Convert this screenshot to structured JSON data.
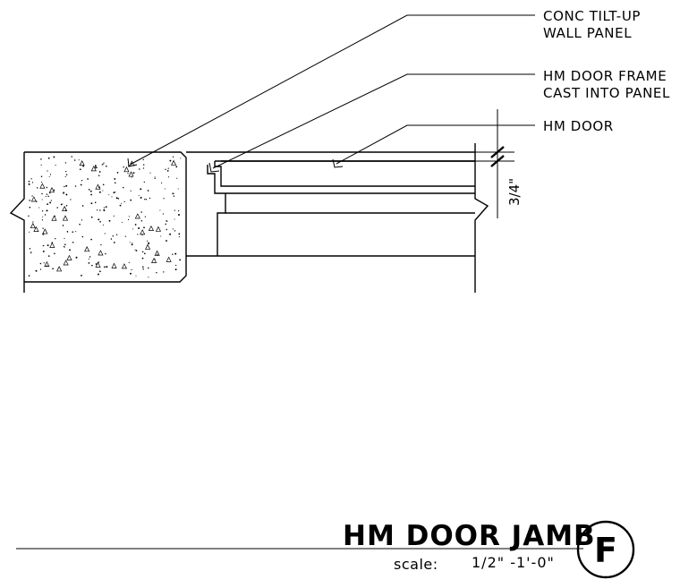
{
  "notes": [
    {
      "line1": "CONC TILT-UP",
      "line2": "WALL PANEL"
    },
    {
      "line1": "HM DOOR FRAME",
      "line2": "CAST INTO PANEL"
    },
    {
      "line1": "HM DOOR",
      "line2": ""
    }
  ],
  "dimension": {
    "text": "3/4\""
  },
  "title_block": {
    "title": "HM DOOR JAMB",
    "scale_label": "scale:",
    "scale_value": "1/2\" -1'-0\"",
    "detail_id": "F"
  }
}
